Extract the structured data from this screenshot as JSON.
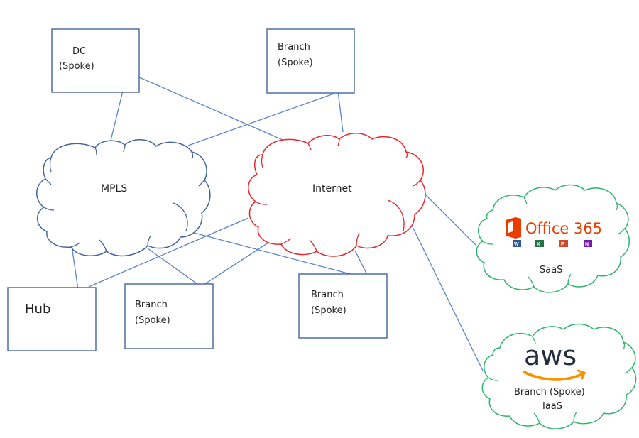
{
  "diagram": {
    "type": "network-topology",
    "colors": {
      "box_border": "#41649f",
      "link": "#5b84c9",
      "mpls_cloud": "#41649f",
      "internet_cloud": "#e8252b",
      "cloud_service": "#2db56a",
      "office_orange": "#eb3c00",
      "aws_text": "#232f3e",
      "aws_smile": "#f79400",
      "word_blue": "#2b579a",
      "excel_green": "#217346",
      "powerpoint_orange": "#d24726",
      "onenote_purple": "#7719aa"
    },
    "nodes": {
      "dc": {
        "line1": "DC",
        "line2": "(Spoke)"
      },
      "branch_top": {
        "line1": "Branch",
        "line2": "(Spoke)"
      },
      "hub": {
        "label": "Hub"
      },
      "branch_bottom_left": {
        "line1": "Branch",
        "line2": "(Spoke)"
      },
      "branch_bottom_right": {
        "line1": "Branch",
        "line2": "(Spoke)"
      },
      "mpls": {
        "label": "MPLS"
      },
      "internet": {
        "label": "Internet"
      },
      "saas": {
        "logo_text": "Office 365",
        "label": "SaaS",
        "app_icons": [
          "W",
          "X",
          "P",
          "N"
        ]
      },
      "iaas": {
        "logo_text": "aws",
        "line1": "Branch (Spoke)",
        "line2": "IaaS"
      }
    },
    "links": [
      {
        "from": "dc",
        "to": "mpls"
      },
      {
        "from": "dc",
        "to": "internet"
      },
      {
        "from": "branch_top",
        "to": "mpls"
      },
      {
        "from": "branch_top",
        "to": "internet"
      },
      {
        "from": "mpls",
        "to": "hub"
      },
      {
        "from": "internet",
        "to": "hub"
      },
      {
        "from": "mpls",
        "to": "branch_bottom_left"
      },
      {
        "from": "internet",
        "to": "branch_bottom_left"
      },
      {
        "from": "mpls",
        "to": "branch_bottom_right"
      },
      {
        "from": "internet",
        "to": "branch_bottom_right"
      },
      {
        "from": "internet",
        "to": "saas"
      },
      {
        "from": "internet",
        "to": "iaas"
      }
    ]
  }
}
